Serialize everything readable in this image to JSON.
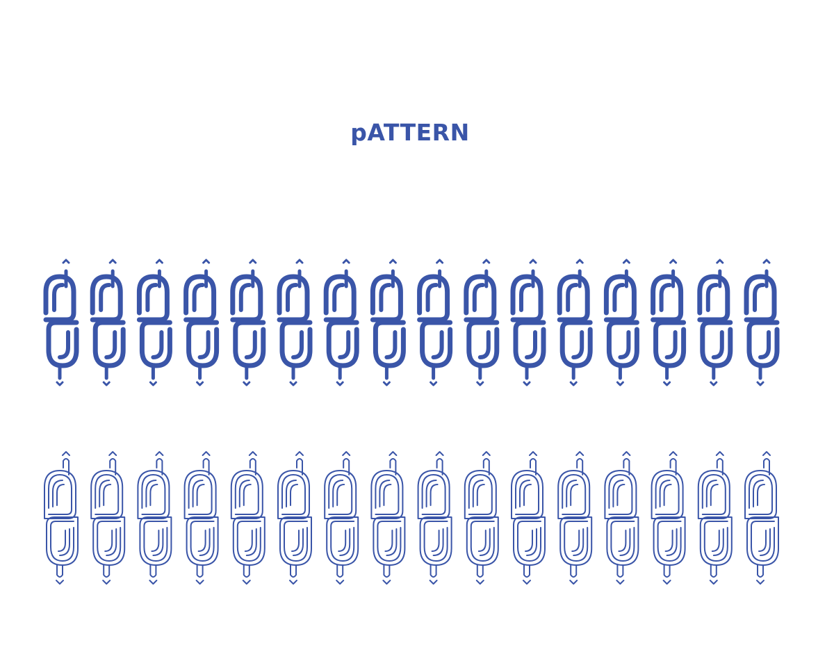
{
  "title": "pATTERN",
  "colors": {
    "background": "#ffffff",
    "ink": "#3a55a8"
  },
  "pattern": {
    "motif_count_per_row": 16,
    "bands": [
      {
        "name": "filled-band",
        "style": "solid-stroke"
      },
      {
        "name": "outline-band",
        "style": "double-line-outline"
      }
    ]
  }
}
